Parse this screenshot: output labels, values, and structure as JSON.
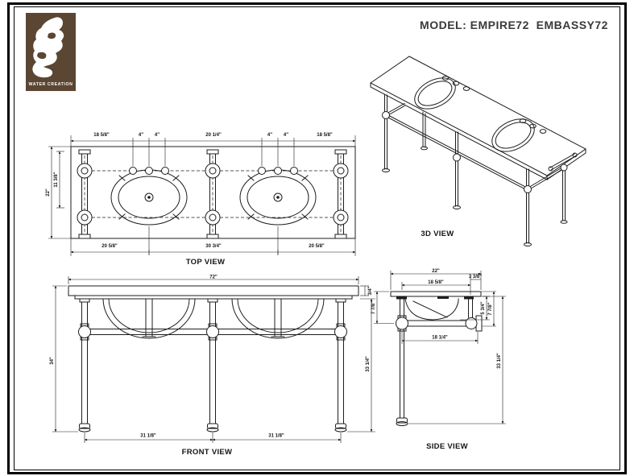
{
  "page": {
    "model_title": "MODEL: EMPIRE72  EMBASSY72"
  },
  "logo": {
    "caption": "WATER CREATION"
  },
  "colors": {
    "brand_brown": "#5a4632",
    "line": "#1c1c1c",
    "title_text": "#3a3a3a"
  },
  "views": {
    "top": {
      "label": "TOP VIEW",
      "dims_top": [
        "18 5/8\"",
        "4\"",
        "4\"",
        "20 1/4\"",
        "4\"",
        "4\"",
        "18 5/8\""
      ],
      "dims_bottom": [
        "20 5/8\"",
        "30 3/4\"",
        "20 5/8\""
      ],
      "dim_depth": "22\"",
      "dim_front_to_center": "11 3/8\""
    },
    "front": {
      "label": "FRONT VIEW",
      "dim_width": "72\"",
      "dim_top_thickness": "3/4\"",
      "dim_height_total": "34\"",
      "dim_height_legs": "33 1/4\"",
      "dims_leg_spacing": [
        "31 1/8\"",
        "31 1/8\""
      ]
    },
    "side": {
      "label": "SIDE VIEW",
      "dim_depth": "22\"",
      "dim_basin_depth": "18 5/8\"",
      "dim_back_offset": "3 3/8\"",
      "dim_apron_height": "7 7/8\"",
      "dim_bowl_depth": "5 3/4\"",
      "dim_bracket_height": "7 7/8\"",
      "dim_bar_length": "18 1/4\"",
      "dim_leg_height": "33 1/4\""
    },
    "iso": {
      "label": "3D VIEW"
    }
  }
}
